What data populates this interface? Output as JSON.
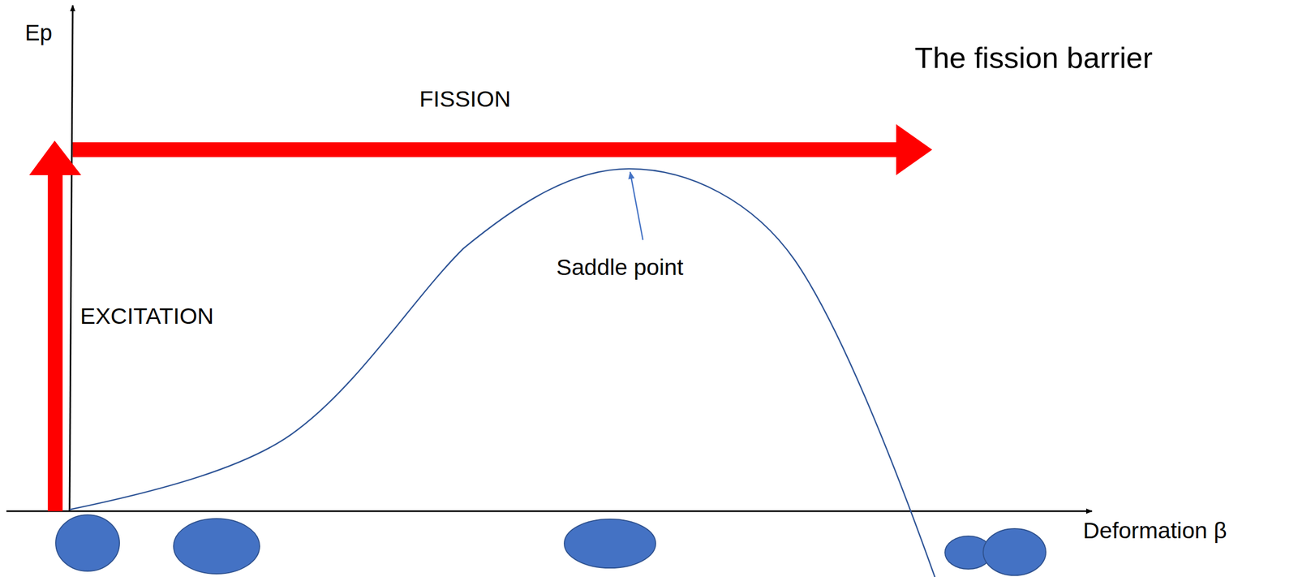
{
  "diagram": {
    "title": "The fission barrier",
    "labels": [
      "Ep",
      "FISSION",
      "EXCITATION",
      "Saddle point",
      "Deformation β"
    ]
  }
}
